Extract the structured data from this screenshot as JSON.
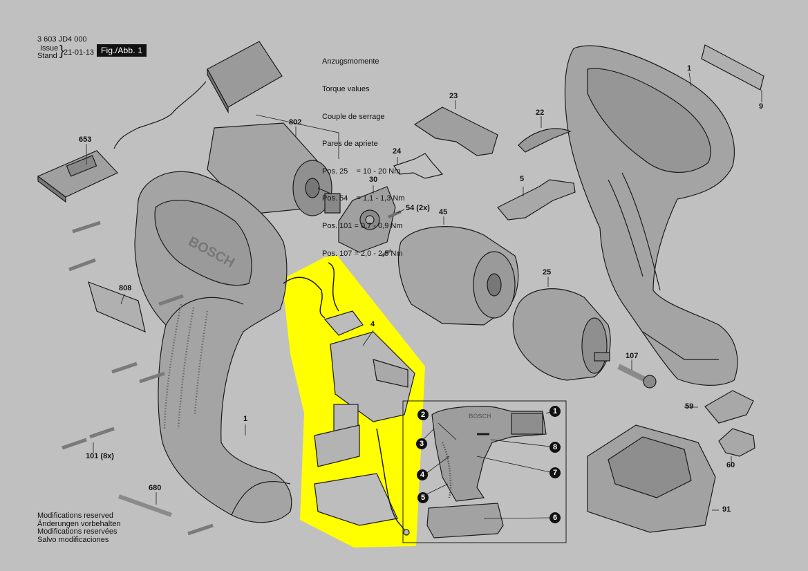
{
  "header": {
    "doc_number": "3 603 JD4 000",
    "issue_label": "Issue",
    "stand_label": "Stand",
    "date": "21-01-13",
    "figure": "Fig./Abb. 1"
  },
  "torque": {
    "lines": [
      "Anzugsmomente",
      "Torque values",
      "Couple de serrage",
      "Pares de apriete",
      "Pos. 25    = 10 - 20 Nm",
      "Pos. 54    = 1,1 - 1,3 Nm",
      "Pos. 101 = 0,7 - 0,9 Nm",
      "Pos. 107 = 2,0 - 2,5 Nm"
    ]
  },
  "modifications": {
    "lines": [
      "Modifications reserved",
      "Änderungen vorbehalten",
      "Modifications reservées",
      "Salvo modificaciones"
    ]
  },
  "parts": {
    "p1_right": "1",
    "p1_left": "1",
    "p4": "4",
    "p5": "5",
    "p9": "9",
    "p22": "22",
    "p23": "23",
    "p24": "24",
    "p25": "25",
    "p30": "30",
    "p45": "45",
    "p54": "54 (2x)",
    "p59": "59",
    "p60": "60",
    "p91": "91",
    "p101": "101 (8x)",
    "p107": "107",
    "p653": "653",
    "p680": "680",
    "p802": "802",
    "p808": "808"
  },
  "overview_legend": {
    "n1": "1",
    "n2": "2",
    "n3": "3",
    "n4": "4",
    "n5": "5",
    "n6": "6",
    "n7": "7",
    "n8": "8"
  },
  "colors": {
    "background": "#c0c0c0",
    "highlight": "#ffff00",
    "line": "#1a1a1a",
    "part_fill": "#a9a9a9",
    "part_dark": "#8c8c8c"
  }
}
